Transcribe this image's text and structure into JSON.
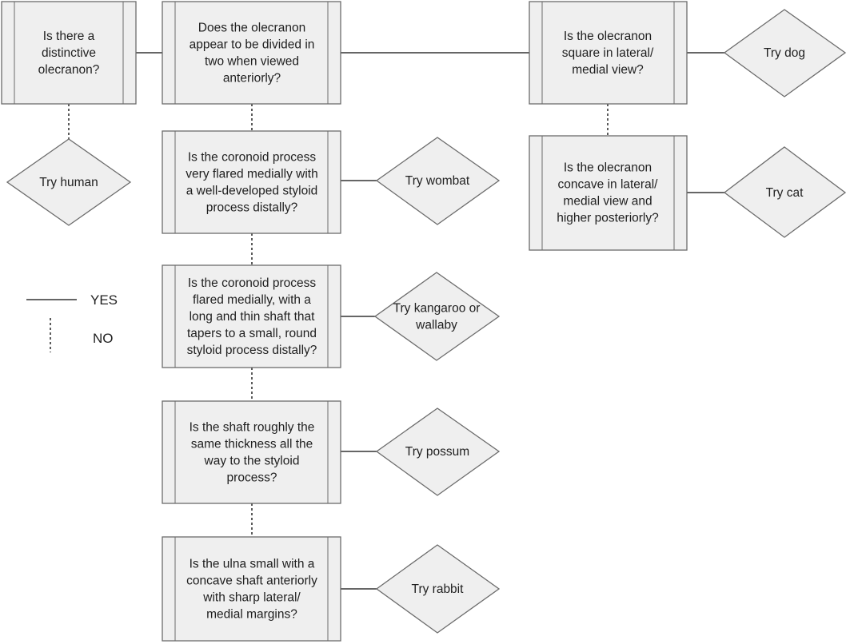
{
  "questions": {
    "q_olecranon": [
      "Is there a",
      "distinctive",
      "olecranon?"
    ],
    "q_divided": [
      "Does the olecranon",
      "appear to be divided in",
      "two when viewed",
      "anteriorly?"
    ],
    "q_square": [
      "Is the olecranon",
      "square in lateral/",
      "medial view?"
    ],
    "q_concave": [
      "Is the olecranon",
      "concave in lateral/",
      "medial view and",
      "higher posteriorly?"
    ],
    "q_very_flared": [
      "Is the coronoid process",
      "very flared medially with",
      "a well-developed styloid",
      "process distally?"
    ],
    "q_flared": [
      "Is the coronoid process",
      "flared medially, with a",
      "long and thin shaft that",
      "tapers to a small, round",
      "styloid process distally?"
    ],
    "q_shaft": [
      "Is the shaft roughly the",
      "same thickness all the",
      "way to the styloid",
      "process?"
    ],
    "q_ulna": [
      "Is the ulna small with a",
      "concave shaft anteriorly",
      "with sharp lateral/",
      "medial margins?"
    ]
  },
  "results": {
    "r_human": [
      "Try human"
    ],
    "r_dog": [
      "Try dog"
    ],
    "r_cat": [
      "Try cat"
    ],
    "r_wombat": [
      "Try wombat"
    ],
    "r_kangaroo": [
      "Try kangaroo or",
      "wallaby"
    ],
    "r_possum": [
      "Try possum"
    ],
    "r_rabbit": [
      "Try rabbit"
    ]
  },
  "legend": {
    "yes": "YES",
    "no": "NO"
  }
}
